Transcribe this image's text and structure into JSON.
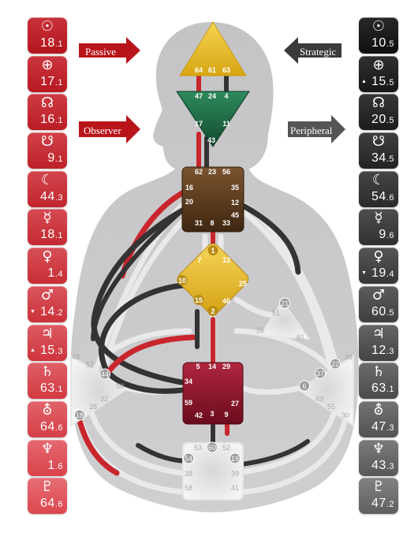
{
  "design": {
    "tiles": [
      {
        "symbol": "☉",
        "value": "18",
        "line": ".1",
        "mark": ""
      },
      {
        "symbol": "⊕",
        "value": "17",
        "line": ".1",
        "mark": ""
      },
      {
        "symbol": "☊",
        "value": "16",
        "line": ".1",
        "mark": ""
      },
      {
        "symbol": "☋",
        "value": "9",
        "line": ".1",
        "mark": ""
      },
      {
        "symbol": "☾",
        "value": "44",
        "line": ".3",
        "mark": ""
      },
      {
        "symbol": "☿",
        "value": "18",
        "line": ".1",
        "mark": ""
      },
      {
        "symbol": "♀",
        "value": "1",
        "line": ".4",
        "mark": ""
      },
      {
        "symbol": "♂",
        "value": "14",
        "line": ".2",
        "mark": "▼"
      },
      {
        "symbol": "♃",
        "value": "15",
        "line": ".3",
        "mark": "▲"
      },
      {
        "symbol": "♄",
        "value": "63",
        "line": ".1",
        "mark": ""
      },
      {
        "symbol": "⛢",
        "value": "64",
        "line": ".6",
        "mark": ""
      },
      {
        "symbol": "♆",
        "value": "1",
        "line": ".6",
        "mark": ""
      },
      {
        "symbol": "♇",
        "value": "64",
        "line": ".6",
        "mark": ""
      }
    ]
  },
  "personality": {
    "tiles": [
      {
        "symbol": "☉",
        "value": "10",
        "line": ".5",
        "mark": ""
      },
      {
        "symbol": "⊕",
        "value": "15",
        "line": ".5",
        "mark": "▲"
      },
      {
        "symbol": "☊",
        "value": "20",
        "line": ".5",
        "mark": ""
      },
      {
        "symbol": "☋",
        "value": "34",
        "line": ".5",
        "mark": ""
      },
      {
        "symbol": "☾",
        "value": "54",
        "line": ".6",
        "mark": ""
      },
      {
        "symbol": "☿",
        "value": "9",
        "line": ".6",
        "mark": ""
      },
      {
        "symbol": "♀",
        "value": "19",
        "line": ".4",
        "mark": "▼"
      },
      {
        "symbol": "♂",
        "value": "60",
        "line": ".5",
        "mark": ""
      },
      {
        "symbol": "♃",
        "value": "12",
        "line": ".3",
        "mark": ""
      },
      {
        "symbol": "♄",
        "value": "63",
        "line": ".1",
        "mark": ""
      },
      {
        "symbol": "⛢",
        "value": "47",
        "line": ".3",
        "mark": ""
      },
      {
        "symbol": "♆",
        "value": "43",
        "line": ".3",
        "mark": ""
      },
      {
        "symbol": "♇",
        "value": "47",
        "line": ".2",
        "mark": ""
      }
    ]
  },
  "arrows": {
    "top_left": "Passive",
    "bottom_left": "Observer",
    "top_right": "Strategic",
    "bottom_right": "Peripheral"
  },
  "colors": {
    "design_red": "#c8262c",
    "personality_dark": "#333333",
    "head_yellow": "#e6b820",
    "ajna_green": "#1f6b47",
    "throat_brown": "#5a3a1c",
    "g_yellow": "#e6b820",
    "sacral_red": "#8a1428",
    "body_gray": "#c9c9cb"
  },
  "centers": {
    "head": [
      "64",
      "61",
      "63"
    ],
    "ajna": [
      "47",
      "24",
      "4",
      "17",
      "11",
      "43"
    ],
    "throat": [
      "62",
      "23",
      "56",
      "16",
      "35",
      "20",
      "12",
      "45",
      "31",
      "8",
      "33"
    ],
    "g": [
      "1",
      "7",
      "13",
      "10",
      "25",
      "15",
      "46",
      "2"
    ],
    "heart": [
      "21",
      "51",
      "26",
      "40"
    ],
    "spleen": [
      "48",
      "57",
      "44",
      "50",
      "32",
      "28",
      "18"
    ],
    "sacral": [
      "5",
      "14",
      "29",
      "34",
      "27",
      "59",
      "42",
      "3",
      "9"
    ],
    "solar_plexus": [
      "36",
      "22",
      "37",
      "6",
      "49",
      "55",
      "30"
    ],
    "root": [
      "53",
      "60",
      "52",
      "54",
      "19",
      "38",
      "39",
      "58",
      "41"
    ]
  }
}
